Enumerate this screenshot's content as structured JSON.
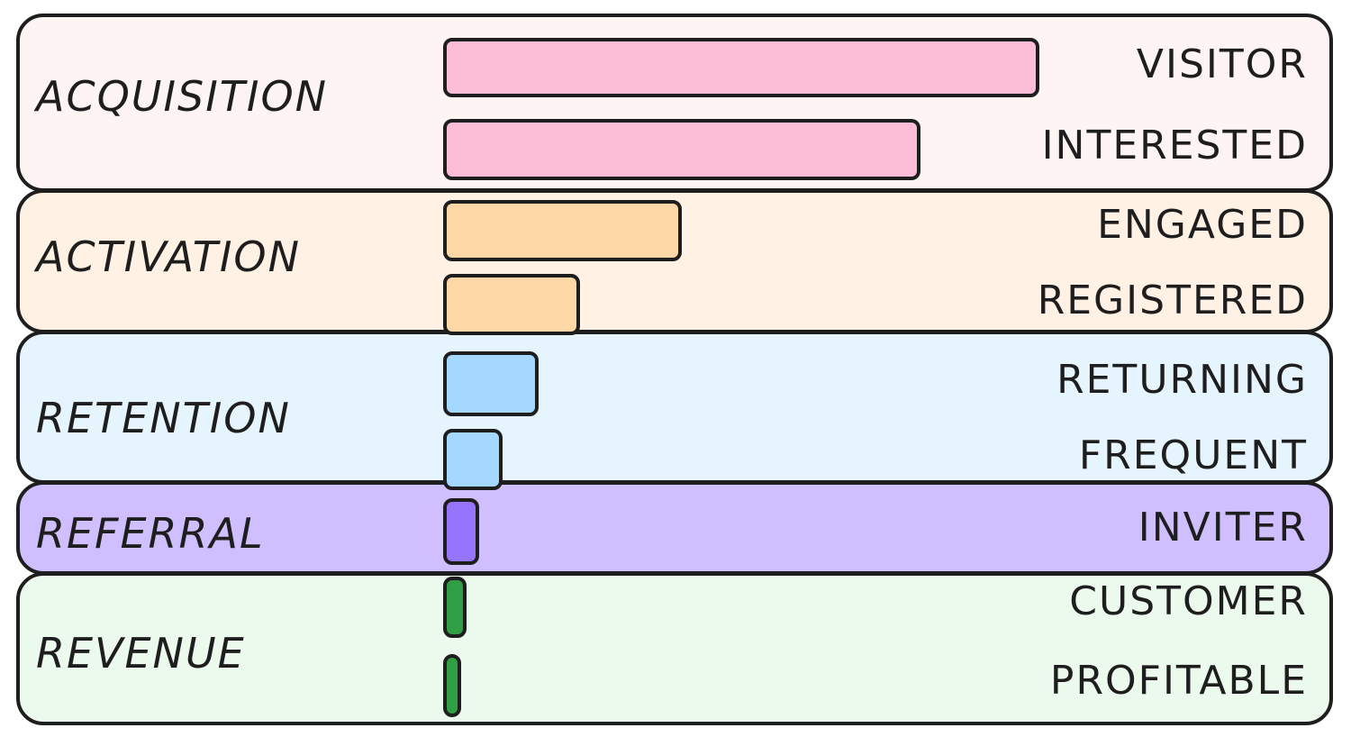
{
  "stages": [
    {
      "name": "ACQUISITION",
      "bg": "#fff4f4",
      "bar_color": "#fbbcd6",
      "steps": [
        {
          "label": "VISITOR",
          "relative_size": 100
        },
        {
          "label": "INTERESTED",
          "relative_size": 80
        }
      ]
    },
    {
      "name": "ACTIVATION",
      "bg": "#fff2e4",
      "bar_color": "#fdd7a6",
      "steps": [
        {
          "label": "ENGAGED",
          "relative_size": 40
        },
        {
          "label": "REGISTERED",
          "relative_size": 23
        }
      ]
    },
    {
      "name": "RETENTION",
      "bg": "#e6f4fd",
      "bar_color": "#a5d8ff",
      "steps": [
        {
          "label": "RETURNING",
          "relative_size": 16
        },
        {
          "label": "FREQUENT",
          "relative_size": 10
        }
      ]
    },
    {
      "name": "REFERRAL",
      "bg": "#d0bfff",
      "bar_color": "#9775fa",
      "steps": [
        {
          "label": "INVITER",
          "relative_size": 6
        }
      ]
    },
    {
      "name": "REVENUE",
      "bg": "#ebfaed",
      "bar_color": "#2f9e44",
      "steps": [
        {
          "label": "CUSTOMER",
          "relative_size": 4
        },
        {
          "label": "PROFITABLE",
          "relative_size": 2.5
        }
      ]
    }
  ]
}
